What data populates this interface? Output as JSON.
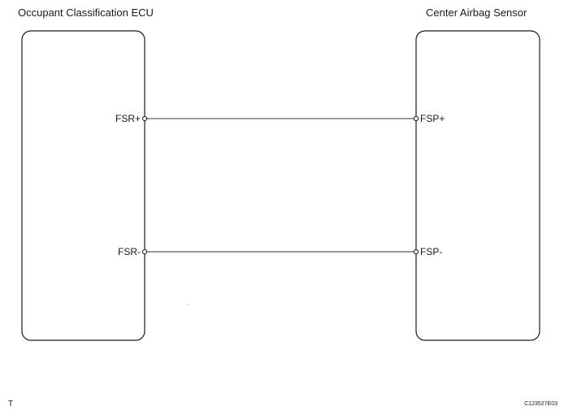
{
  "components": {
    "left": {
      "title": "Occupant Classification ECU"
    },
    "right": {
      "title": "Center Airbag Sensor"
    }
  },
  "pins": {
    "left_top": "FSR+",
    "left_bottom": "FSR-",
    "right_top": "FSP+",
    "right_bottom": "FSP-"
  },
  "connections": [
    {
      "from": "FSR+",
      "to": "FSP+"
    },
    {
      "from": "FSR-",
      "to": "FSP-"
    }
  ],
  "footer": {
    "left_mark": "T",
    "figure_code": "C123527E03"
  },
  "colors": {
    "line": "#1a1a1a",
    "background": "#ffffff"
  }
}
